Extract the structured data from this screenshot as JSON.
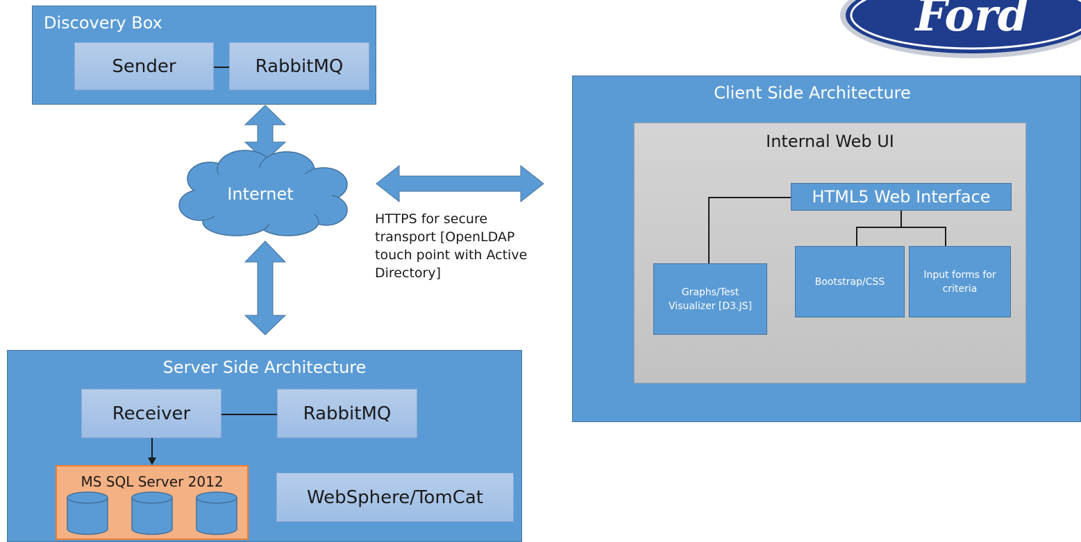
{
  "discovery": {
    "title": "Discovery Box",
    "sender": "Sender",
    "rabbitmq": "RabbitMQ"
  },
  "internet": {
    "label": "Internet"
  },
  "transport": {
    "lines": [
      "HTTPS for secure",
      "transport [OpenLDAP",
      "touch point with Active",
      "Directory]"
    ]
  },
  "server": {
    "title": "Server Side Architecture",
    "receiver": "Receiver",
    "rabbitmq": "RabbitMQ",
    "sql": "MS SQL Server 2012",
    "websphere": "WebSphere/TomCat"
  },
  "client": {
    "title": "Client Side Architecture",
    "webui_title": "Internal Web UI",
    "html5": "HTML5 Web Interface",
    "graphs": "Graphs/Test Visualizer [D3.JS]",
    "bootstrap": "Bootstrap/CSS",
    "inputforms": "Input forms for criteria"
  },
  "logo": {
    "text": "Ford"
  },
  "colors": {
    "panel": "#5b9bd5",
    "inner": "#a9c4e8",
    "gray": "#c9c9c9",
    "sql": "#f4b183",
    "logo": "#1f3d8c"
  }
}
